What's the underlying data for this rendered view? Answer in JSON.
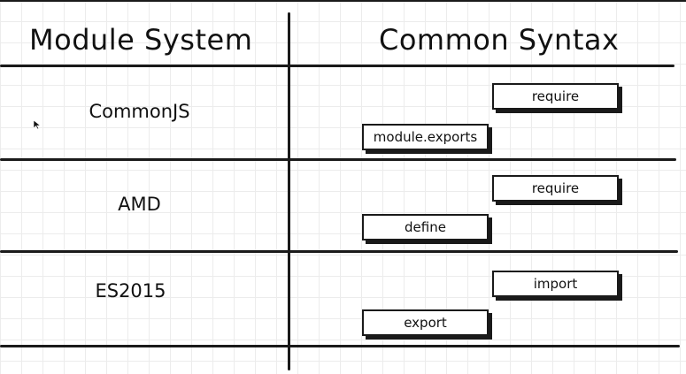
{
  "headers": {
    "left": "Module System",
    "right": "Common Syntax"
  },
  "rows": [
    {
      "system": "CommonJS",
      "syntax_upper": "require",
      "syntax_lower": "module.exports"
    },
    {
      "system": "AMD",
      "syntax_upper": "require",
      "syntax_lower": "define"
    },
    {
      "system": "ES2015",
      "syntax_upper": "import",
      "syntax_lower": "export"
    }
  ],
  "icons": {
    "pointer": "mouse-cursor-icon"
  }
}
